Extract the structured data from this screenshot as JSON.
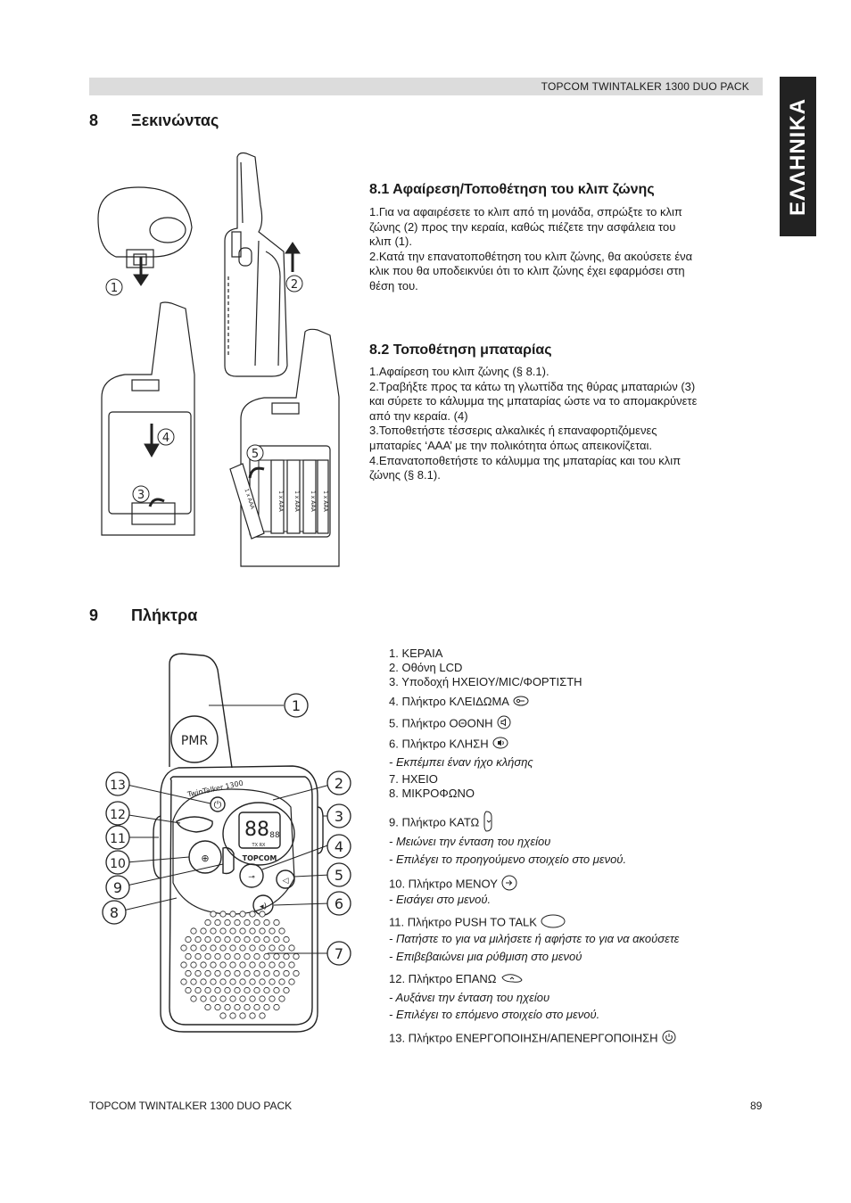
{
  "header": {
    "title": "TOPCOM TWINTALKER 1300 DUO PACK"
  },
  "language_tab": "ΕΛΛΗΝΙΚΑ",
  "section8": {
    "number": "8",
    "title": "Ξεκινώντας",
    "sub1": {
      "title": "8.1 Αφαίρεση/Τοποθέτηση του κλιπ ζώνης",
      "lines": [
        "1.Για να αφαιρέσετε το κλιπ από τη μονάδα, σπρώξτε το κλιπ",
        "ζώνης (2) προς την κεραία, καθώς πιέζετε την ασφάλεια του",
        "κλιπ (1).",
        "2.Κατά την επανατοποθέτηση του κλιπ ζώνης, θα ακούσετε ένα",
        "κλικ που θα υποδεικνύει ότι το κλιπ ζώνης έχει εφαρμόσει στη",
        "θέση του."
      ]
    },
    "sub2": {
      "title": "8.2 Τοποθέτηση μπαταρίας",
      "lines": [
        "1.Αφαίρεση του κλιπ ζώνης (§ 8.1).",
        "2.Τραβήξτε προς τα κάτω τη γλωττίδα της θύρας μπαταριών (3)",
        "και σύρετε το κάλυμμα της μπαταρίας ώστε να το απομακρύνετε",
        "από την κεραία. (4)",
        "3.Τοποθετήστε τέσσερις αλκαλικές ή επαναφορτιζόμενες",
        "μπαταρίες ‘AAA’ με την πολικότητα όπως απεικονίζεται.",
        "4.Επανατοποθετήστε το κάλυμμα της μπαταρίας και του κλιπ",
        "ζώνης (§ 8.1)."
      ]
    },
    "figure_callouts": [
      "1",
      "2",
      "3",
      "4",
      "5"
    ],
    "battery_label": "1 x AAA"
  },
  "section9": {
    "number": "9",
    "title": "Πλήκτρα",
    "items": [
      {
        "text": "1.  ΚΕΡΑΙΑ"
      },
      {
        "text": "2.  Οθόνη LCD"
      },
      {
        "text": "3.  Υποδοχή ΗΧΕΙΟΥ/MIC/ΦΟΡΤΙΣΤΗ"
      },
      {
        "text": "4.  Πλήκτρο ΚΛΕΙΔΩΜΑ",
        "icon": "key-icon"
      },
      {
        "text": "5.  Πλήκτρο ΟΘΟΝΗ",
        "icon": "speaker-icon"
      },
      {
        "text": "6.  Πλήκτρο ΚΛΗΣΗ",
        "icon": "call-icon"
      },
      {
        "note": "- Εκπέμπει έναν ήχο κλήσης"
      },
      {
        "text": "7.  ΗΧΕΙΟ"
      },
      {
        "text": "8.  ΜΙΚΡΟΦΩΝΟ"
      },
      {
        "text": "9.  Πλήκτρο ΚΑΤΩ",
        "icon": "down-key-icon"
      },
      {
        "note": "- Μειώνει την ένταση του ηχείου"
      },
      {
        "note": "- Επιλέγει το προηγούμενο στοιχείο στο μενού."
      },
      {
        "text": "10. Πλήκτρο ΜΕΝΟΥ",
        "icon": "menu-icon"
      },
      {
        "note": "- Εισάγει στο μενού."
      },
      {
        "text": "11. Πλήκτρο PUSH TO TALK",
        "icon": "ptt-icon"
      },
      {
        "note": "- Πατήστε το για να μιλήσετε ή αφήστε το για να ακούσετε"
      },
      {
        "note": "- Επιβεβαιώνει μια ρύθμιση στο μενού"
      },
      {
        "text": "12. Πλήκτρο ΕΠΑΝΩ",
        "icon": "up-key-icon"
      },
      {
        "note": "- Αυξάνει την ένταση του ηχείου"
      },
      {
        "note": "- Επιλέγει το επόμενο στοιχείο στο μενού."
      },
      {
        "text": "13. Πλήκτρο ΕΝΕΡΓΟΠΟΙΗΣΗ/ΑΠΕΝΕΡΓΟΠΟΙΗΣΗ",
        "icon": "power-icon"
      }
    ],
    "device": {
      "badge": "PMR",
      "model": "TwinTalker 1300",
      "brand": "TOPCOM",
      "lcd_digits": "88",
      "lcd_small": "88",
      "lcd_status": "TX RX",
      "callouts": [
        "1",
        "2",
        "3",
        "4",
        "5",
        "6",
        "7",
        "8",
        "9",
        "10",
        "11",
        "12",
        "13"
      ]
    }
  },
  "footer": {
    "left": "TOPCOM TWINTALKER 1300 DUO PACK",
    "page": "89"
  }
}
